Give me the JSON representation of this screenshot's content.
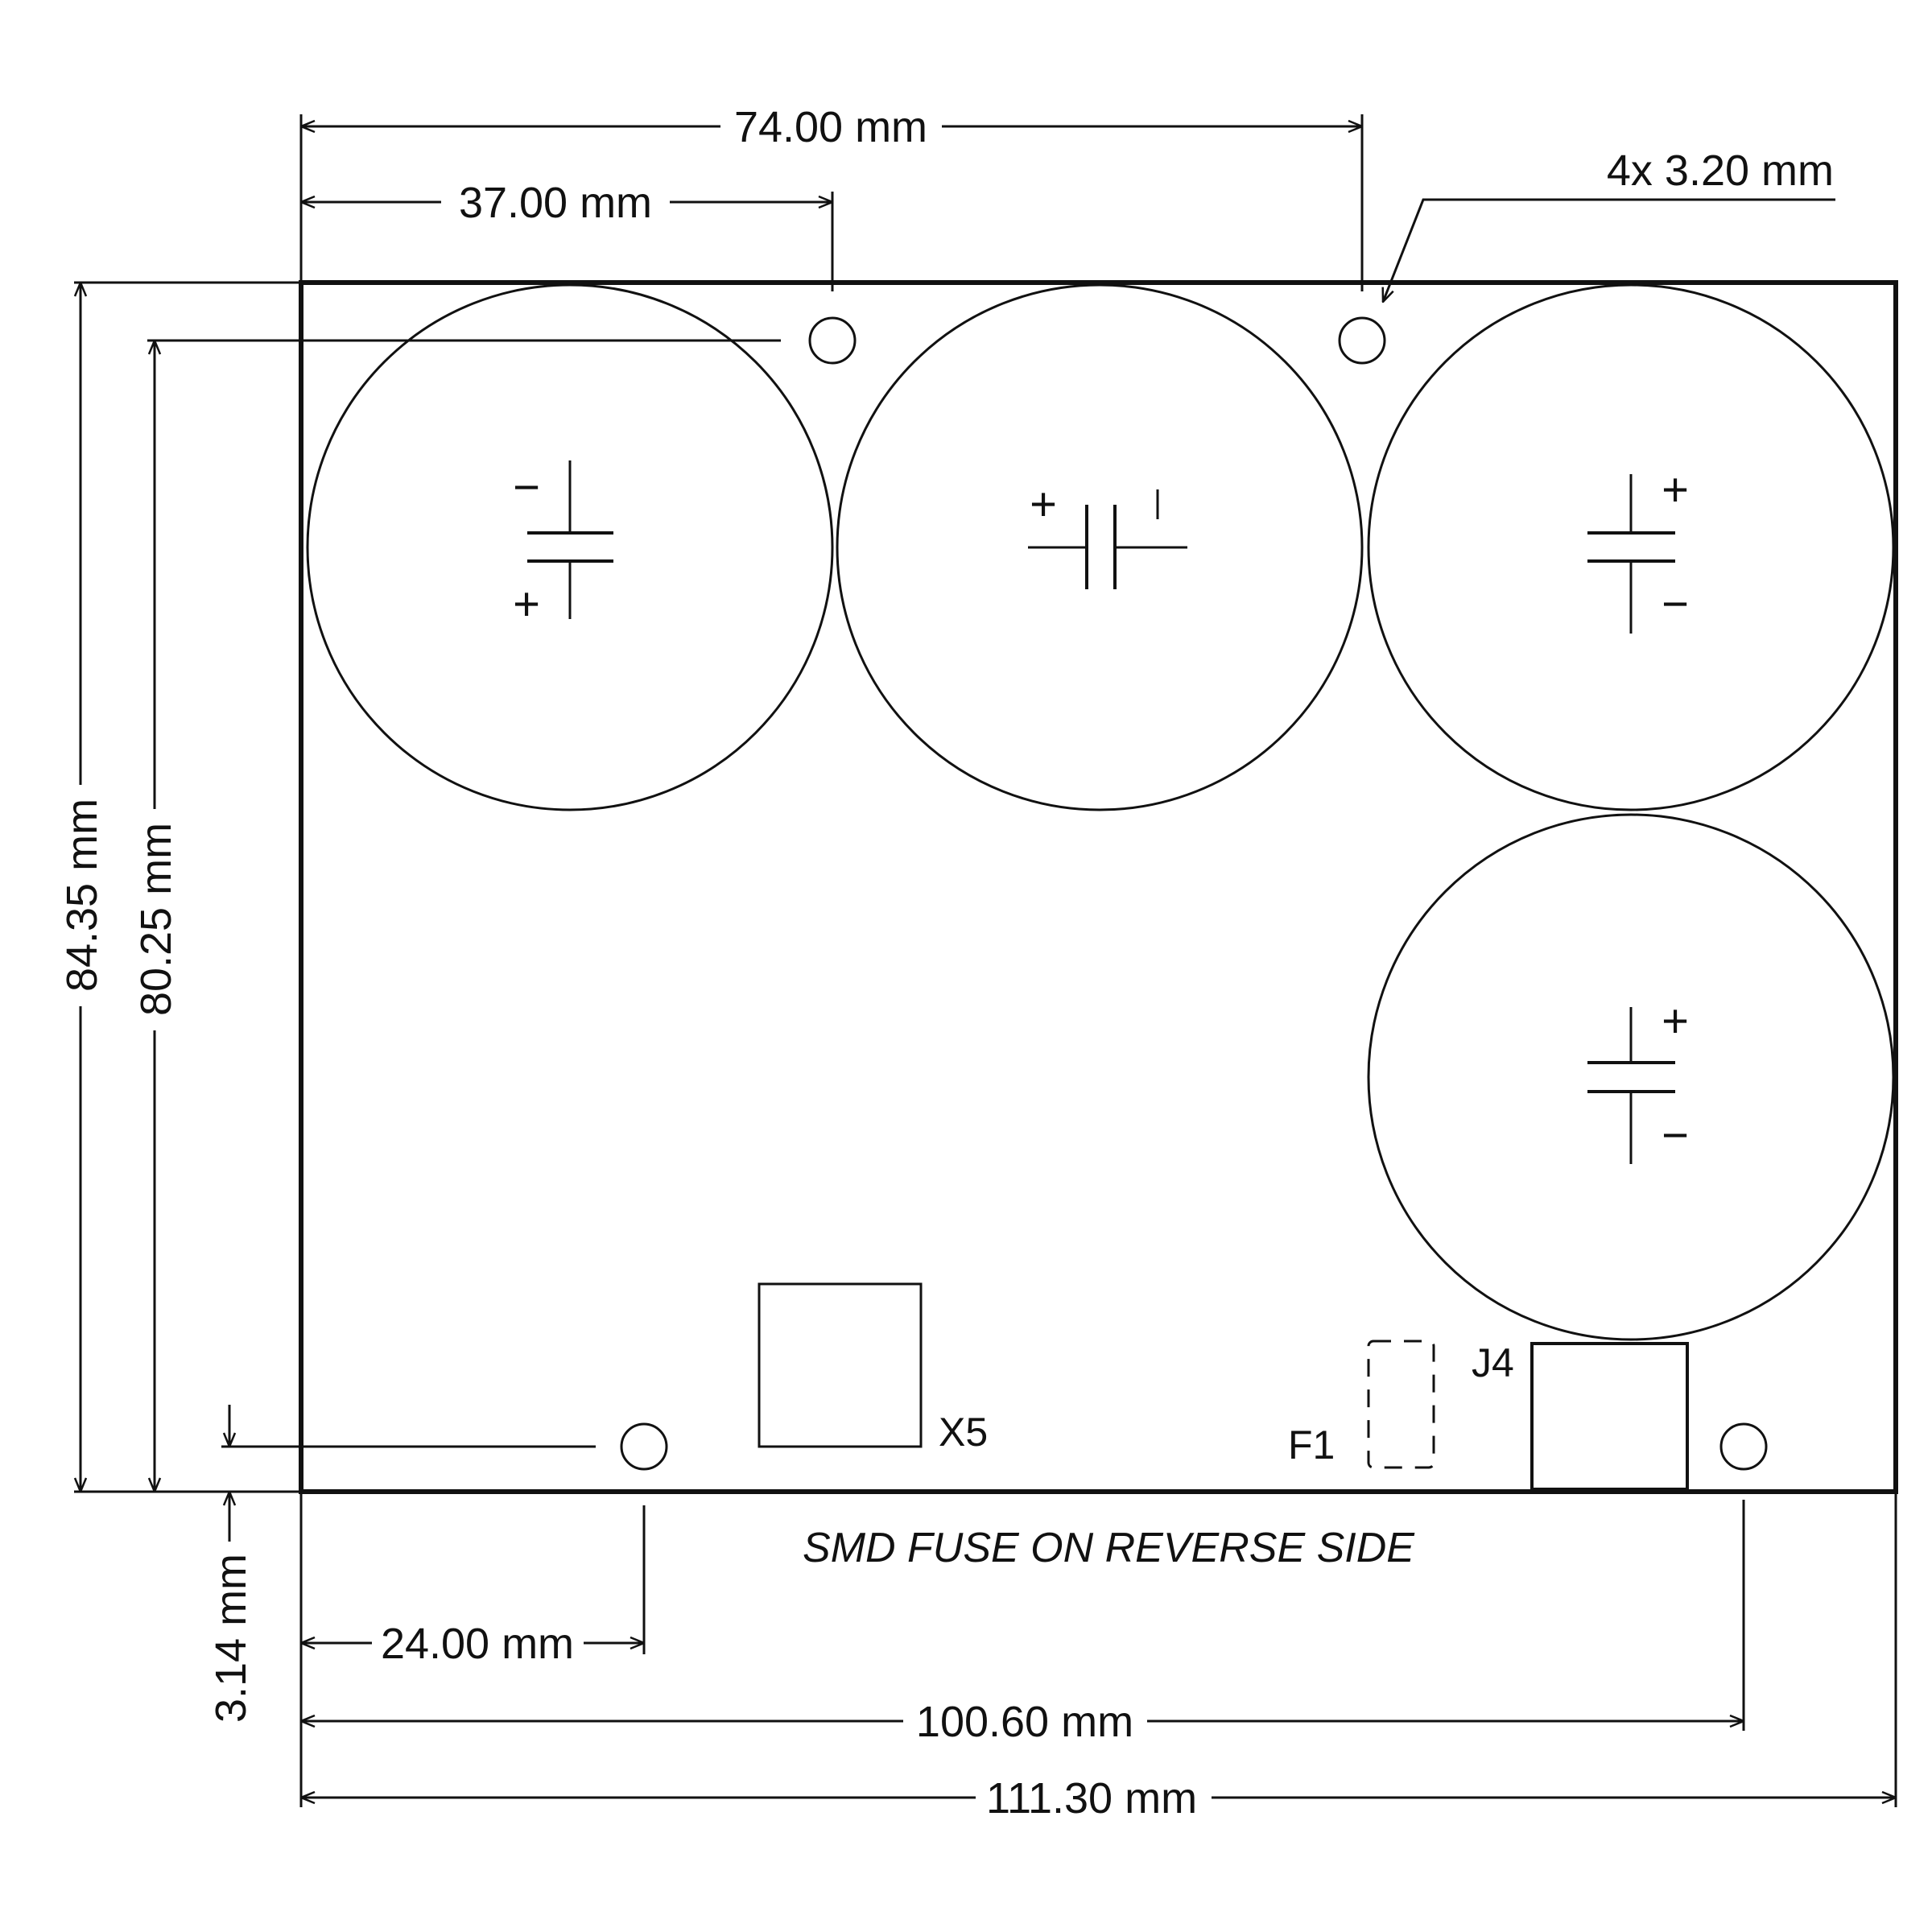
{
  "drawing": {
    "type": "PCB mechanical dimension drawing",
    "units": "mm",
    "colors": {
      "ink": "#111111",
      "background": "#ffffff"
    }
  },
  "dimensions": {
    "hole_spacing_74": "74.00 mm",
    "hole_spacing_37": "37.00 mm",
    "hole_diameter": "4x 3.20 mm",
    "board_height": "84.35 mm",
    "hole_vertical_spacing": "80.25 mm",
    "hole_offset_bottom": "3.14 mm",
    "hole_offset_left": "24.00 mm",
    "hole_horizontal_spacing": "100.60 mm",
    "board_width": "111.30 mm"
  },
  "components": {
    "x5": {
      "label": "X5"
    },
    "f1": {
      "label": "F1"
    },
    "j4": {
      "label": "J4"
    },
    "capacitors": [
      {
        "id": "C-top-left",
        "orientation": "vertical",
        "plus": "+",
        "minus": "−",
        "plus_position": "bottom"
      },
      {
        "id": "C-top-middle",
        "orientation": "horizontal",
        "plus": "+",
        "minus": "|",
        "plus_position": "left"
      },
      {
        "id": "C-top-right",
        "orientation": "vertical",
        "plus": "+",
        "minus": "−",
        "plus_position": "top"
      },
      {
        "id": "C-bottom-right",
        "orientation": "vertical",
        "plus": "+",
        "minus": "−",
        "plus_position": "top"
      }
    ]
  },
  "notes": {
    "fuse_note": "SMD FUSE ON REVERSE SIDE"
  }
}
